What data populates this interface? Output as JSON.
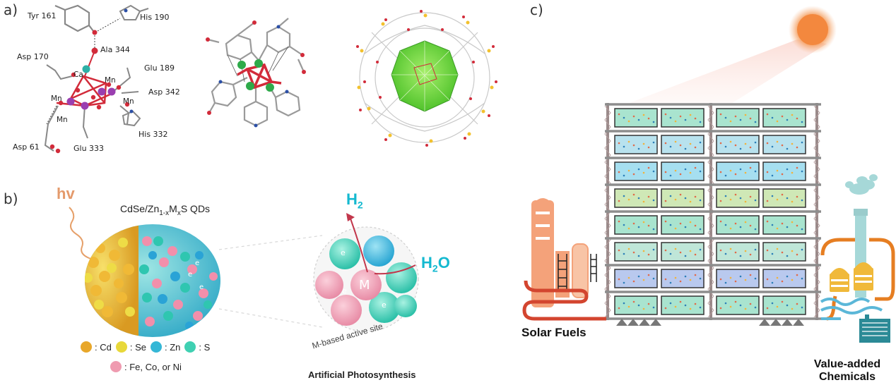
{
  "panels": {
    "a": {
      "letter": "a)",
      "residues": [
        "Tyr 161",
        "His 190",
        "Ala 344",
        "Asp 170",
        "Glu 189",
        "Asp 342",
        "His 332",
        "Asp 61",
        "Glu 333"
      ],
      "atoms": [
        "Ca",
        "Mn",
        "Mn",
        "Mn",
        "Mn"
      ]
    },
    "b": {
      "letter": "b)",
      "hv": "hv",
      "qd_title_parts": [
        "CdSe/Zn",
        "1-x",
        "M",
        "x",
        "S QDs"
      ],
      "h2": {
        "main": "H",
        "sub": "2"
      },
      "h2o": {
        "main": "H",
        "sub": "2",
        "tail": "O"
      },
      "active_site_center": "M",
      "electron": "e",
      "active_site_label": "M-based active site",
      "caption": "Artificial Photosynthesis",
      "legend": [
        {
          "label": ": Cd",
          "color": "#e8a72a"
        },
        {
          "label": ": Se",
          "color": "#e8d83a"
        },
        {
          "label": ": Zn",
          "color": "#35b7d6"
        },
        {
          "label": ": S",
          "color": "#3fd0b2"
        },
        {
          "label": ": Fe, Co, or Ni",
          "color": "#ef9bb0"
        }
      ]
    },
    "c": {
      "letter": "c)",
      "left_label": "Solar Fuels",
      "right_label_line1": "Value-added",
      "right_label_line2": "Chemicals"
    }
  },
  "colors": {
    "sun": "#f08a3c",
    "light_beam": "#fbe2dc",
    "building_frame": "#8a8a8a",
    "reactor_fill": "#a9e4cf",
    "plant_orange": "#f4a27a",
    "pipe_red": "#d3452f",
    "pipe_blue": "#5bb7d8",
    "chem_teal": "#2b8a96",
    "tank_yellow": "#f0b93a",
    "accent_cyan": "#14b9d0"
  }
}
